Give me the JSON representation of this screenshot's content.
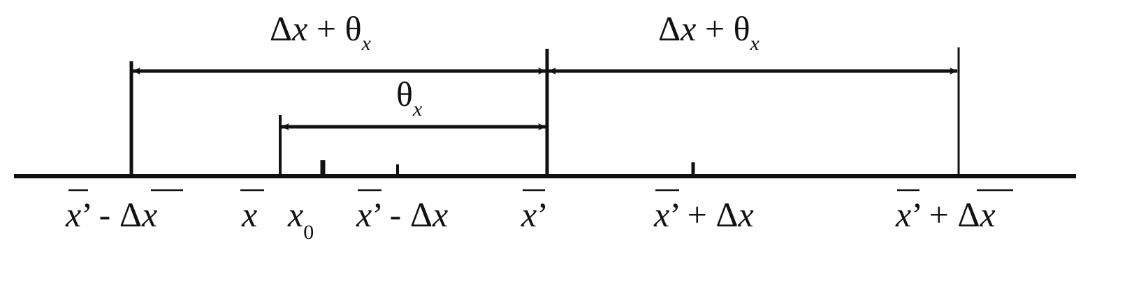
{
  "colors": {
    "ink": "#111111",
    "background": "#ffffff"
  },
  "dimensions": {
    "top_left": {
      "delta": "Δ",
      "x": "x",
      "plus": " + ",
      "theta": "θ",
      "sub": "x"
    },
    "top_right": {
      "delta": "Δ",
      "x": "x",
      "plus": " + ",
      "theta": "θ",
      "sub": "x"
    },
    "inner": {
      "theta": "θ",
      "sub": "x"
    }
  },
  "axis_labels": {
    "left_outer": {
      "x": "x",
      "prime": "’",
      "minus": " - ",
      "delta": "Δ",
      "dx": "x"
    },
    "x_bar": {
      "x": "x"
    },
    "x0": {
      "x": "x",
      "sub": "0"
    },
    "left_inner": {
      "x": "x",
      "prime": "’",
      "minus": " - ",
      "delta": "Δ",
      "dx": "x"
    },
    "x_prime": {
      "x": "x",
      "prime": "’"
    },
    "right_inner": {
      "x": "x",
      "prime": "’",
      "plus": " + ",
      "delta": "Δ",
      "dx": "x"
    },
    "right_outer": {
      "x": "x",
      "prime": "’",
      "plus": " + ",
      "delta": "Δ",
      "dx": "x"
    }
  }
}
